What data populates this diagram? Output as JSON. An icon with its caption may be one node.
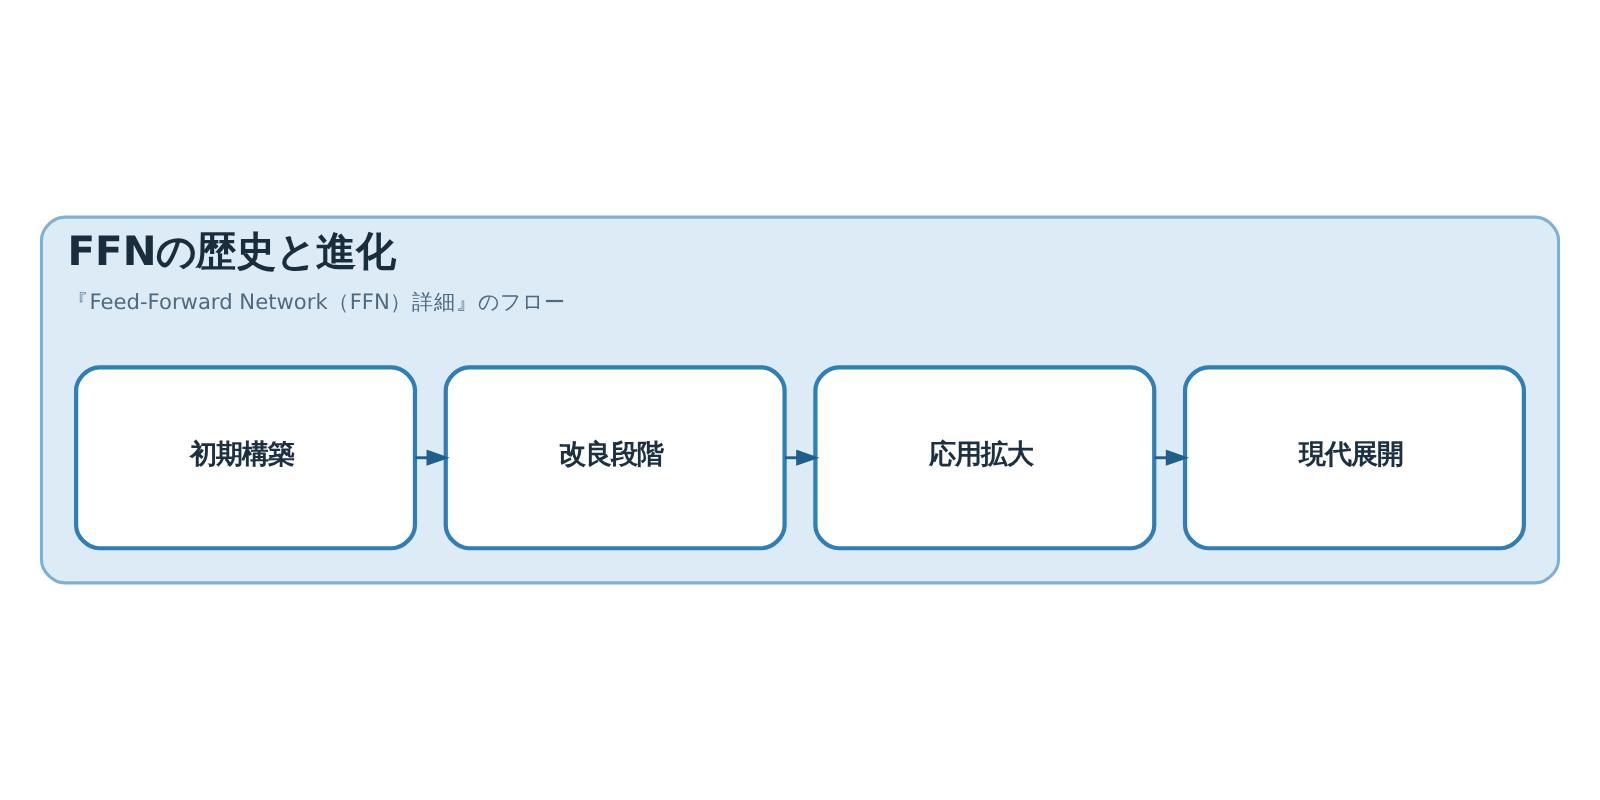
{
  "diagram": {
    "nodes": [
      {
        "text": [
          "FFNの歴史と進化",
          "『Feed-Forward Network（FFN）詳細』のフロー"
        ]
      },
      {
        "text": [
          "初期構築"
        ],
        "in": 0
      },
      {
        "text": [
          "改良段階"
        ],
        "in": 0
      },
      {
        "text": [
          "応用拡大"
        ],
        "in": 0
      },
      {
        "text": [
          "現代展開"
        ],
        "in": 0
      }
    ],
    "edges": [
      {
        "from": 1,
        "to": 2,
        "arrow": "to"
      },
      {
        "from": 2,
        "to": 3,
        "arrow": "to"
      },
      {
        "from": 3,
        "to": 4,
        "arrow": "to"
      }
    ]
  }
}
